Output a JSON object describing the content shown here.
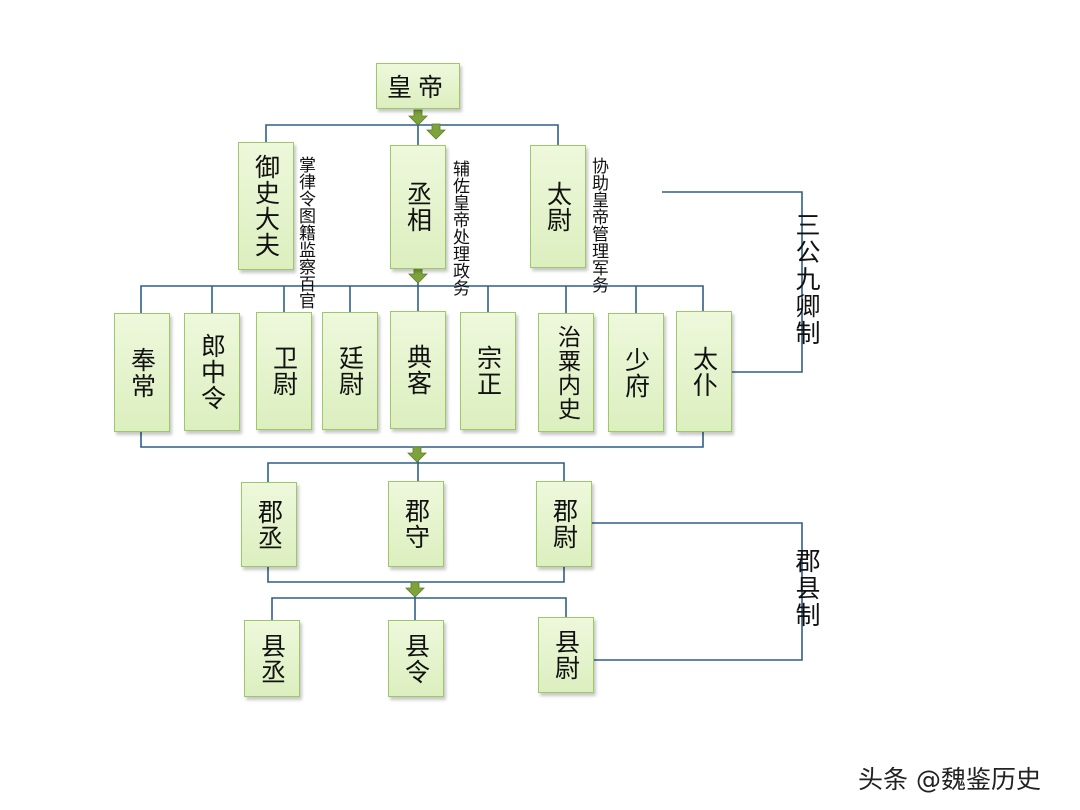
{
  "emperor": "皇帝",
  "three_gongs": [
    {
      "title": "御史大夫",
      "note": [
        "掌律令图籍",
        "监察百官"
      ]
    },
    {
      "title": "丞相",
      "note": [
        "辅佐皇帝处理",
        "政务"
      ]
    },
    {
      "title": "太尉",
      "note": [
        "协助皇帝管理",
        "军务"
      ]
    }
  ],
  "nine_qings": [
    "奉常",
    "郎中令",
    "卫尉",
    "廷尉",
    "典客",
    "宗正",
    "治粟内史",
    "少府",
    "太仆"
  ],
  "commandery": [
    "郡丞",
    "郡守",
    "郡尉"
  ],
  "county": [
    "县丞",
    "县令",
    "县尉"
  ],
  "labels": {
    "three_gongs_nine_qings": "三公九卿制",
    "commandery_county": "郡县制"
  },
  "watermark": "头条 @魏鉴历史",
  "colors": {
    "box_fill": "#dcefbf",
    "box_border": "#9ec76a",
    "connector": "#2f5f8a",
    "arrow": "#7fa33c"
  }
}
